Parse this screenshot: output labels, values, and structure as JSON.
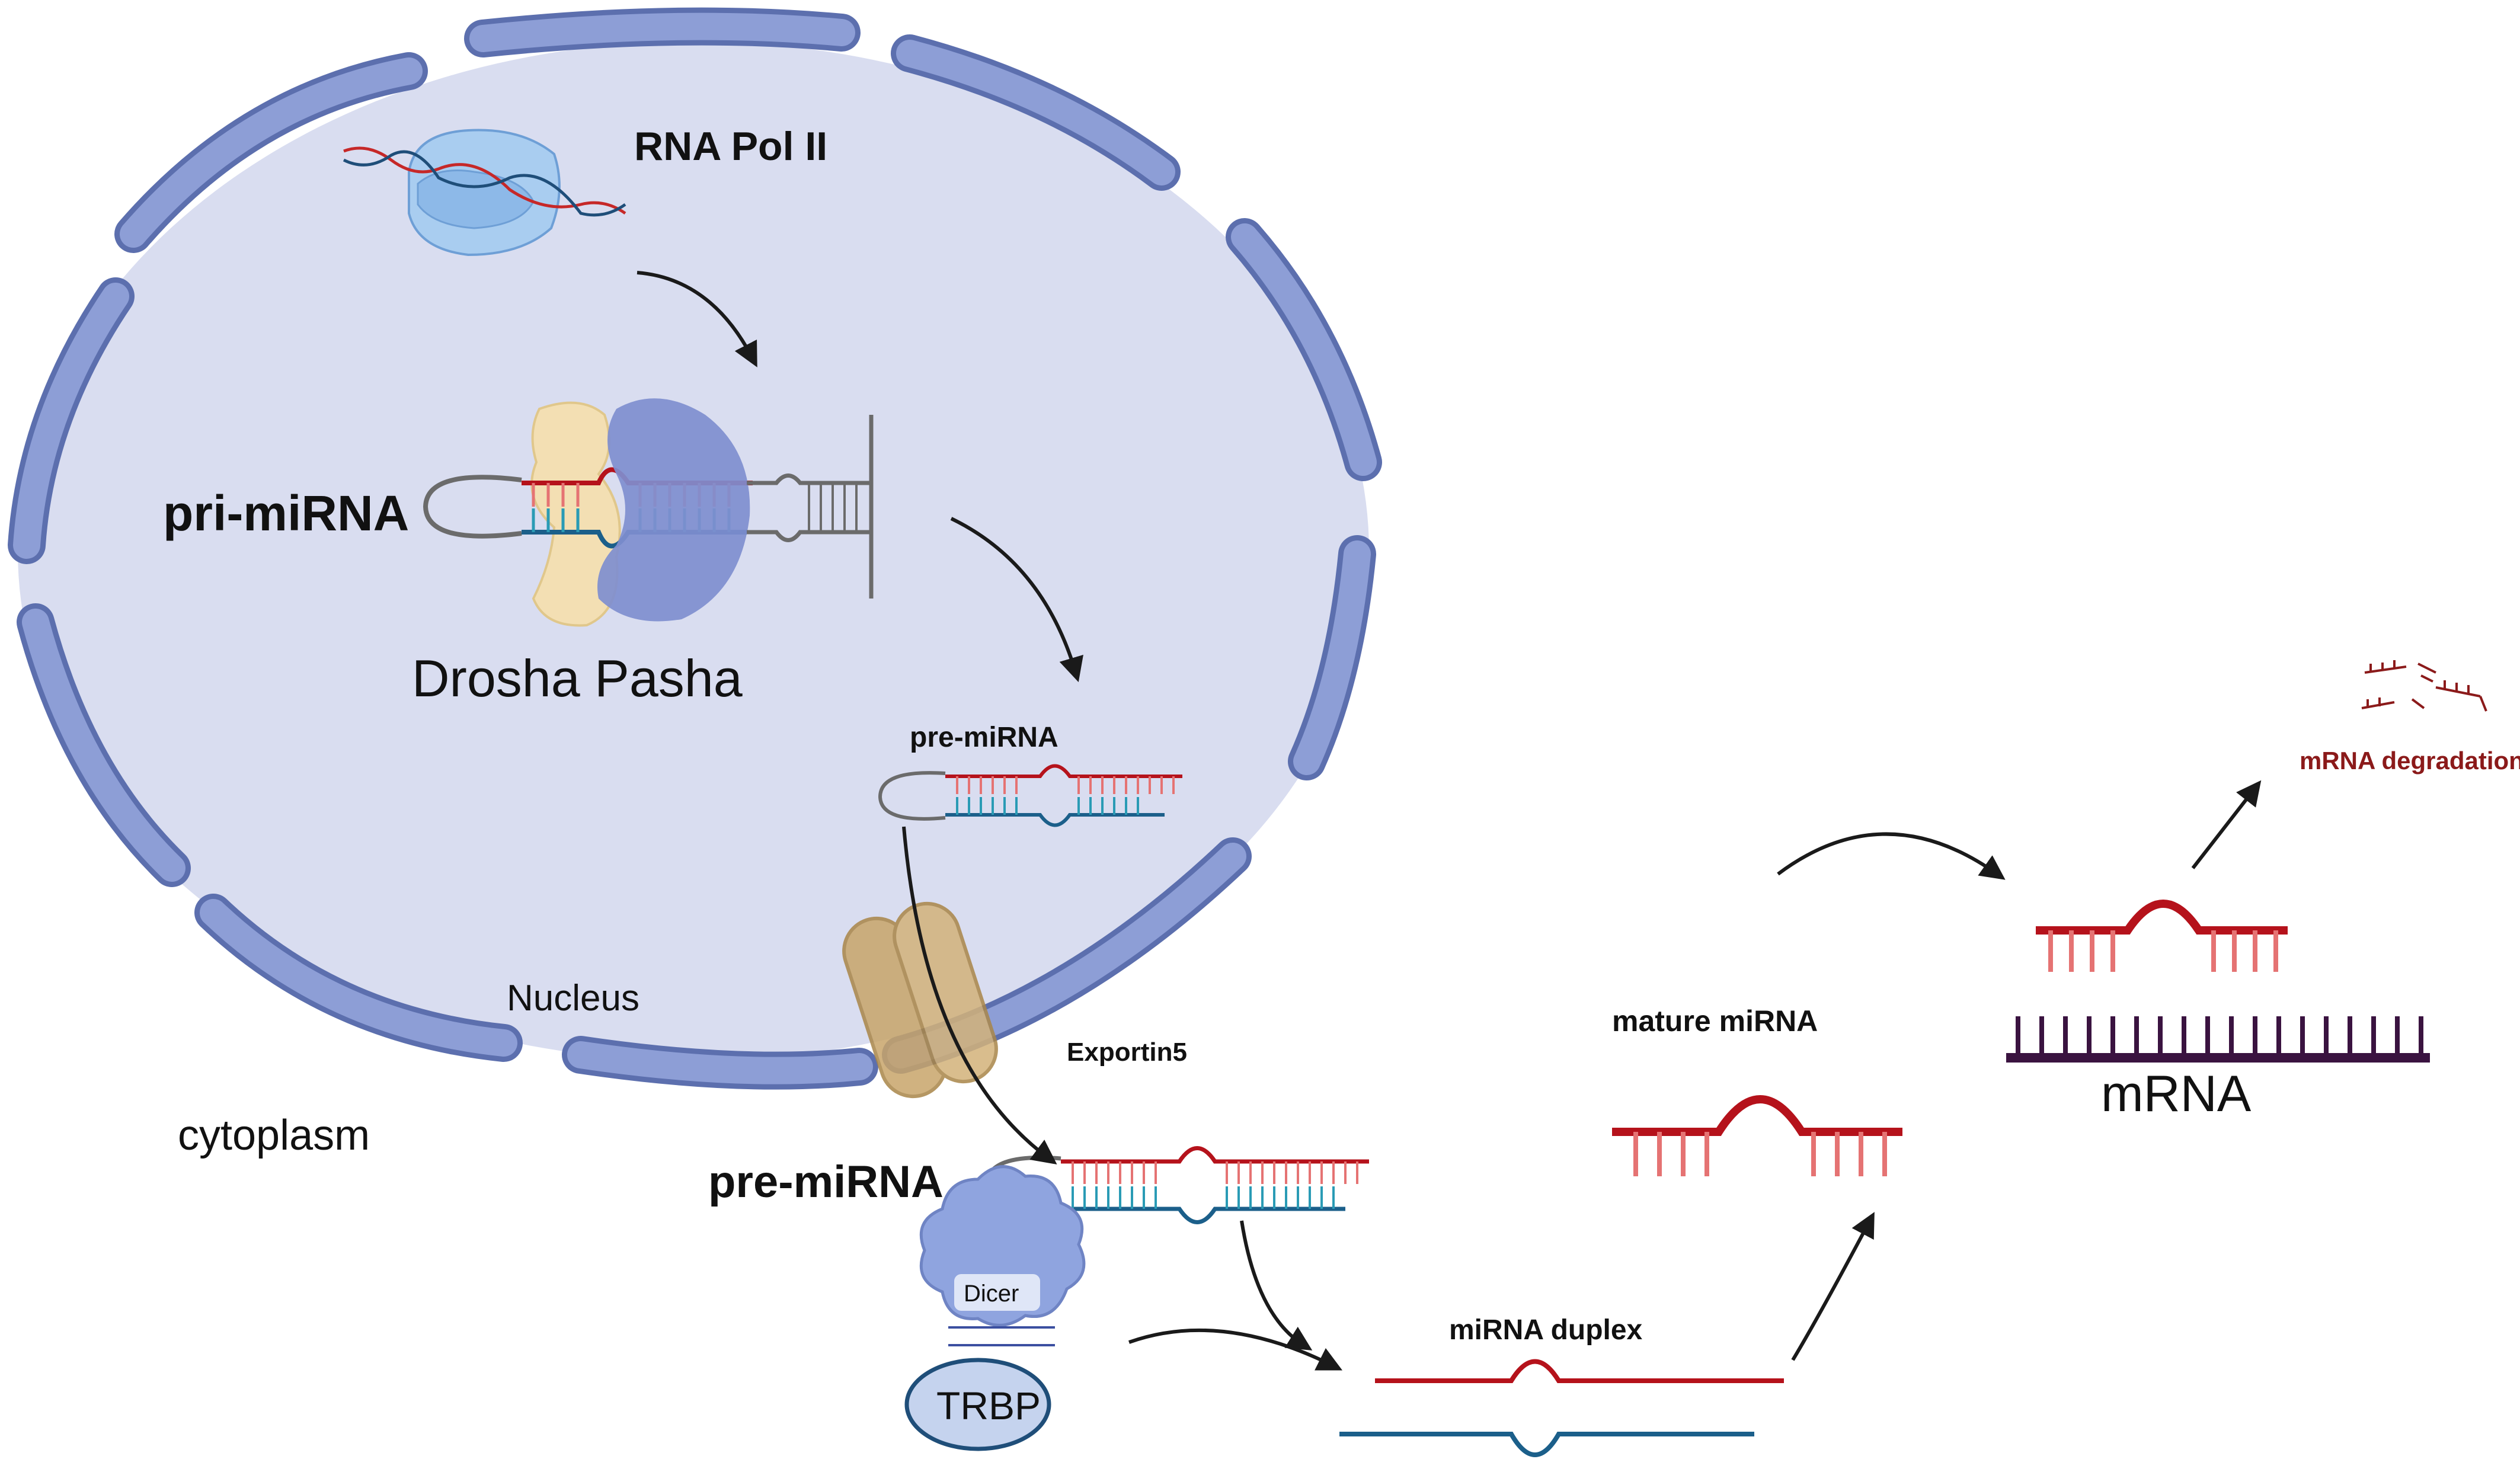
{
  "labels": {
    "rna_pol": "RNA Pol II",
    "pri_mirna": "pri-miRNA",
    "drosha": "Drosha Pasha",
    "pre_mirna_nuclear": "pre-miRNA",
    "nucleus": "Nucleus",
    "cytoplasm": "cytoplasm",
    "exportin": "Exportin5",
    "pre_mirna_cyto": "pre-miRNA",
    "dicer": "Dicer",
    "trbp": "TRBP",
    "duplex": "miRNA duplex",
    "mature": "mature  miRNA",
    "mrna": "mRNA",
    "degradation": "mRNA degradation"
  },
  "colors": {
    "nucleus_fill": "#d9ddf0",
    "membrane_fill": "#8d9ed6",
    "membrane_stroke": "#5c6fae",
    "rna_red": "#b5121b",
    "rna_pink": "#e57373",
    "rna_blue": "#1b5f8a",
    "rna_teal": "#2a9bb5",
    "stem_gray": "#6b6b6b",
    "drosha_blue": "#7f8ecf",
    "pasha_beige": "#f3dfb3",
    "exportin_tan": "#c8a56a",
    "dicer_blue": "#8fa4df",
    "trbp_fill": "#c5d3ee",
    "mrna_purple": "#3a1340",
    "degradation_text": "#8b1a1a"
  }
}
